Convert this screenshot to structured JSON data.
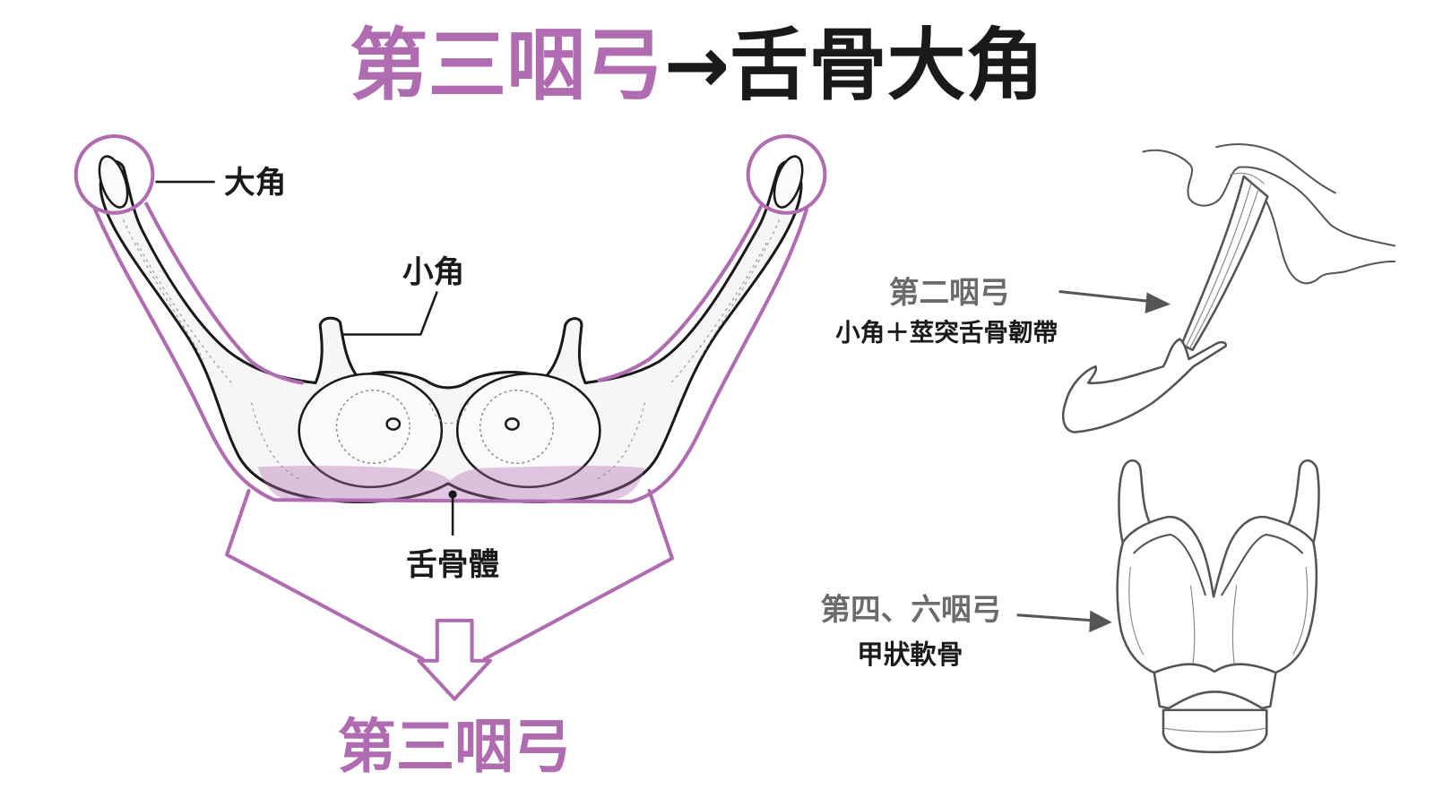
{
  "title": {
    "part1": "第三咽弓",
    "part2": "→舌骨大角"
  },
  "hyoid": {
    "greater_horn_label": "大角",
    "lesser_horn_label": "小角",
    "body_label": "舌骨體",
    "origin_label": "第三咽弓"
  },
  "second_arch": {
    "arch_label": "第二咽弓",
    "derivative_label": "小角＋莖突舌骨韌帶",
    "icon": "stylohyoid-ligament-illustration"
  },
  "fourth_sixth_arch": {
    "arch_label": "第四、六咽弓",
    "derivative_label": "甲狀軟骨",
    "icon": "thyroid-cartilage-illustration"
  },
  "colors": {
    "accent": "#b06cb0",
    "text": "#1a1a1a",
    "secondary_text": "#6b6b6b",
    "line": "#555555"
  }
}
